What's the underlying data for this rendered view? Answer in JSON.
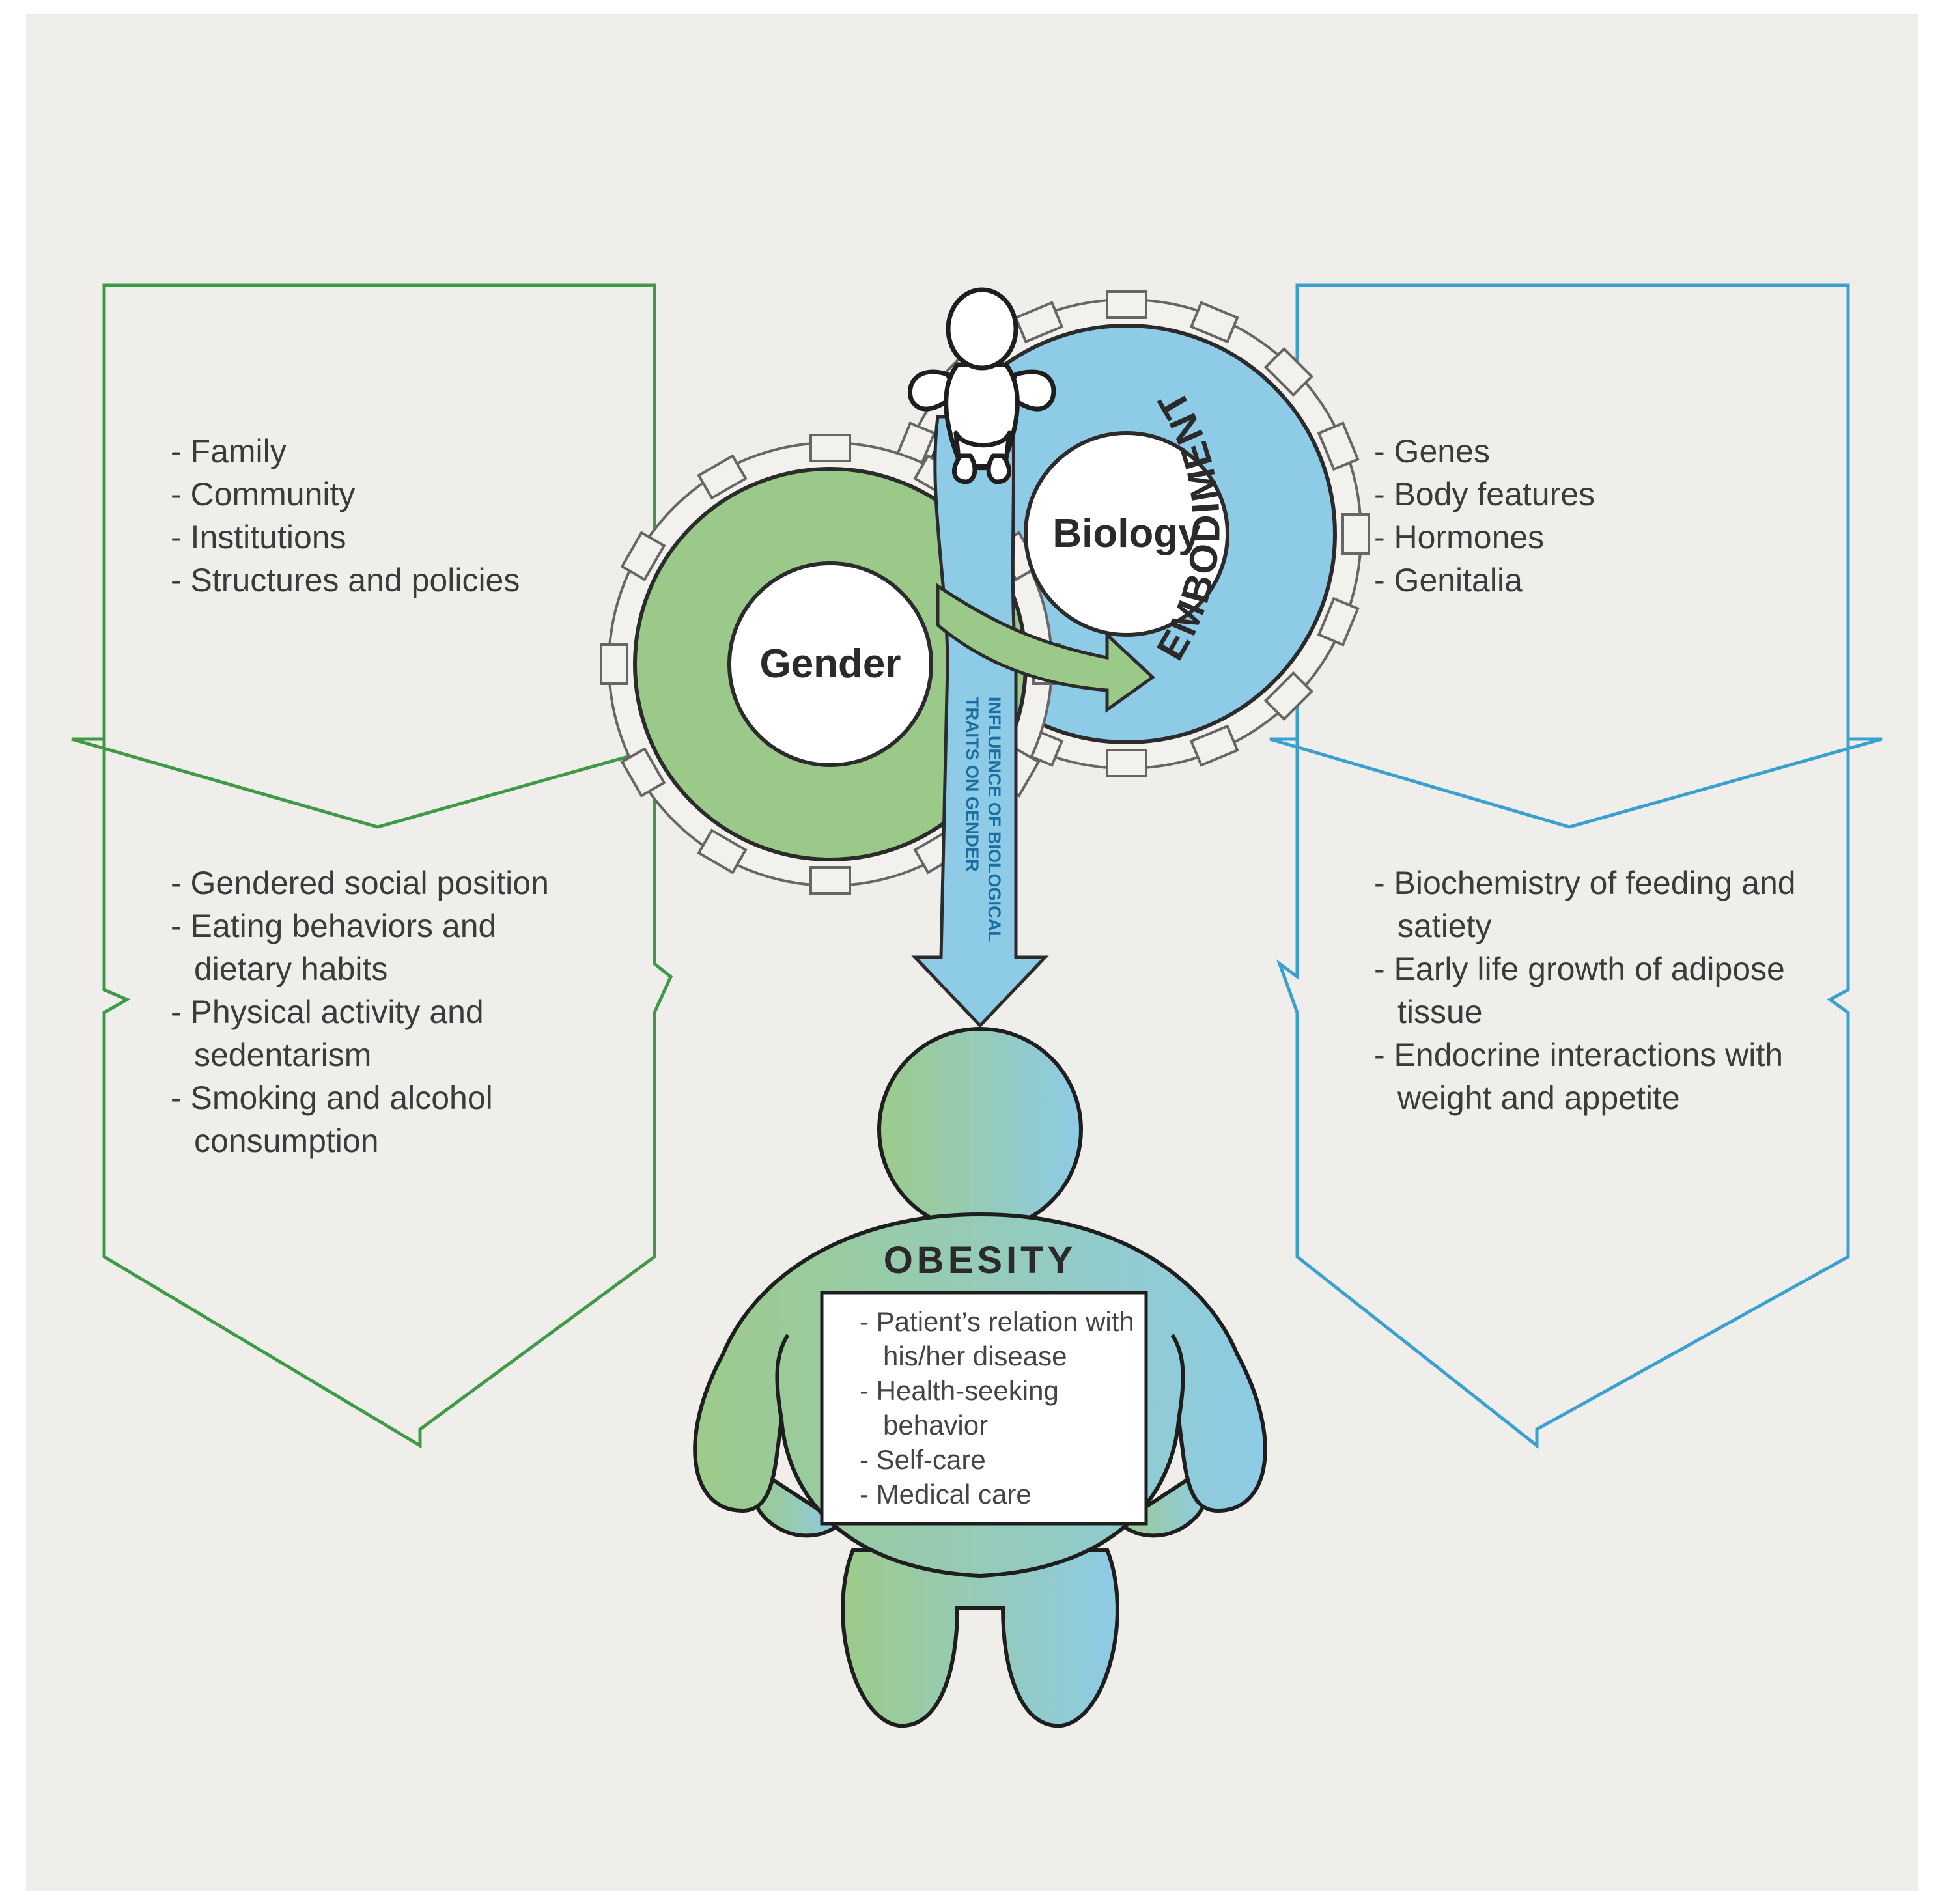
{
  "gears": {
    "gender": "Gender",
    "biology": "Biology",
    "embodiment": "EMBODIMENT"
  },
  "arrow_label": {
    "line1": "INFLUENCE OF BIOLOGICAL",
    "line2": "TRAITS ON GENDER"
  },
  "obesity": {
    "title": "OBESITY",
    "items": [
      "Patient’s relation with his/her disease",
      "Health-seeking behavior",
      "Self-care",
      "Medical care"
    ]
  },
  "left_top": [
    "Family",
    "Community",
    "Institutions",
    "Structures and policies"
  ],
  "left_bottom": [
    "Gendered social position",
    "Eating behaviors and dietary habits",
    "Physical activity and sedentarism",
    "Smoking and alcohol consumption"
  ],
  "right_top": [
    "Genes",
    "Body features",
    "Hormones",
    "Genitalia"
  ],
  "right_bottom": [
    "Biochemistry of feeding and satiety",
    "Early life growth of adipose tissue",
    "Endocrine interactions with weight and appetite"
  ],
  "colors": {
    "green": "#3f9a45",
    "green_fill": "#9bc989",
    "blue": "#3aa0d0",
    "blue_fill": "#8ecbe6",
    "panel": "#f0eeea"
  }
}
